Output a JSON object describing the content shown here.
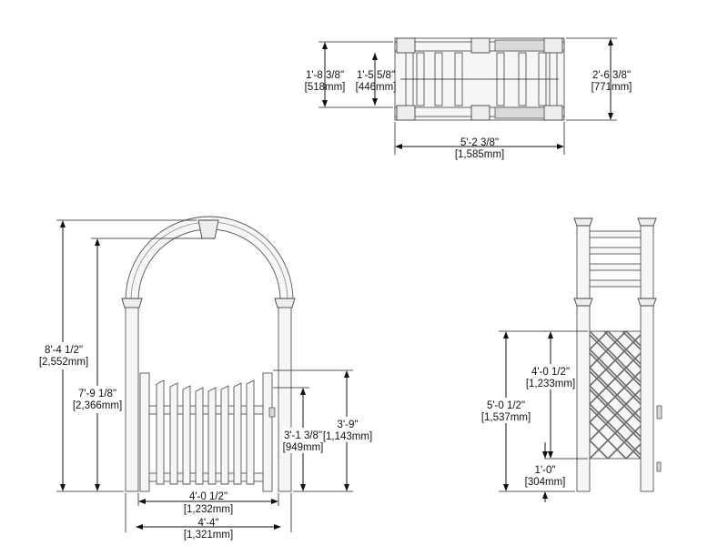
{
  "top_view": {
    "dim_depth_outer": {
      "ft": "1'-8 3/8\"",
      "mm": "[518mm]"
    },
    "dim_depth_inner": {
      "ft": "1'-5 5/8\"",
      "mm": "[446mm]"
    },
    "dim_depth_total": {
      "ft": "2'-6 3/8\"",
      "mm": "[771mm]"
    },
    "dim_length": {
      "ft": "5'-2 3/8\"",
      "mm": "[1,585mm]"
    }
  },
  "front_view": {
    "dim_overall_height": {
      "ft": "8'-4 1/2\"",
      "mm": "[2,552mm]"
    },
    "dim_arch_height": {
      "ft": "7'-9 1/8\"",
      "mm": "[2,366mm]"
    },
    "dim_gate_height": {
      "ft": "3'-1 3/8\"",
      "mm": "[949mm]"
    },
    "dim_post_height": {
      "ft": "3'-9\"",
      "mm": "[1,143mm]"
    },
    "dim_inner_width": {
      "ft": "4'-0 1/2\"",
      "mm": "[1,232mm]"
    },
    "dim_outer_width": {
      "ft": "4'-4\"",
      "mm": "[1,321mm]"
    }
  },
  "side_view": {
    "dim_lattice_height": {
      "ft": "4'-0 1/2\"",
      "mm": "[1,233mm]"
    },
    "dim_side_total": {
      "ft": "5'-0 1/2\"",
      "mm": "[1,537mm]"
    },
    "dim_ground_clearance": {
      "ft": "1'-0\"",
      "mm": "[304mm]"
    }
  }
}
